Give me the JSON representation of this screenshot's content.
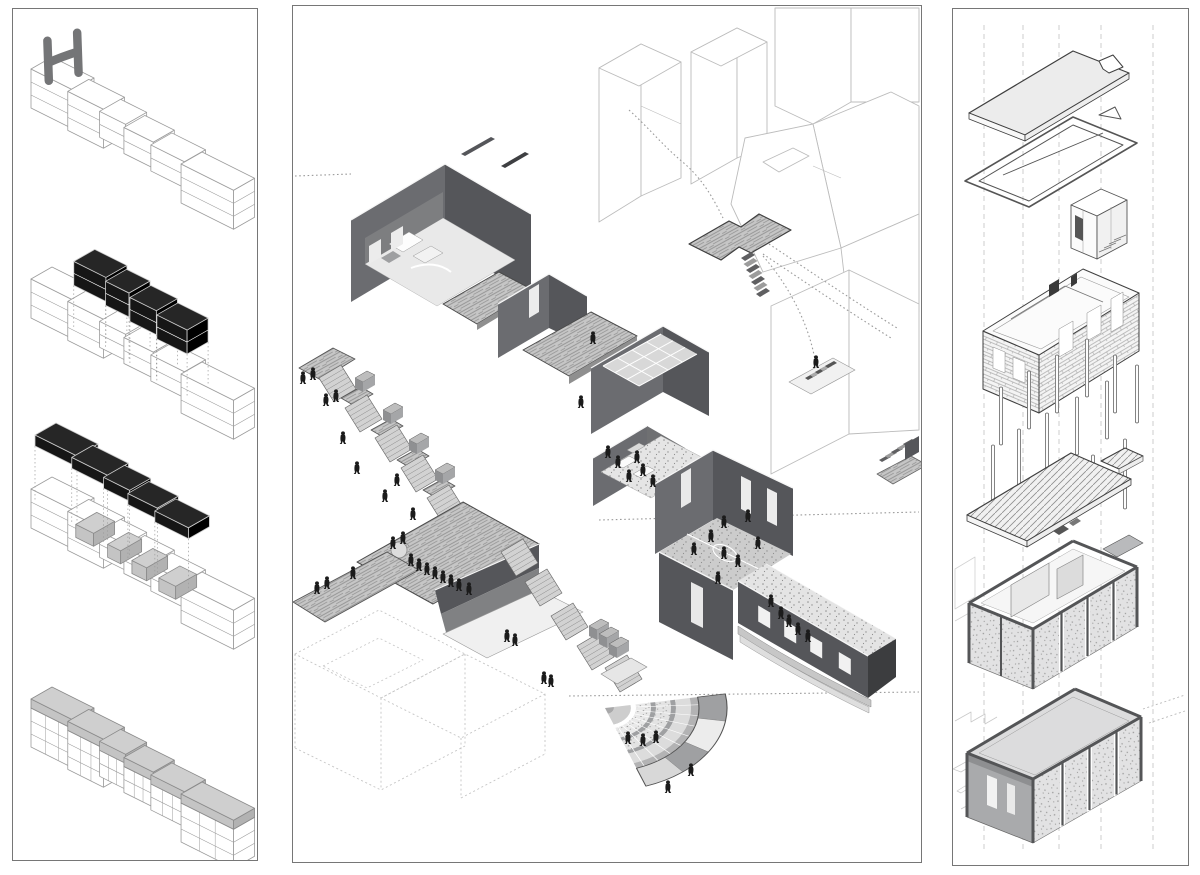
{
  "logo": {
    "letter": "H",
    "color": "#747577"
  },
  "palette": {
    "background": "#ffffff",
    "panel_border": "#767676",
    "wireframe": "#9c9c9c",
    "context": "#bcbcbc",
    "dashed_box": "#c6c6c6",
    "dotted_path": "#9a9a9a",
    "dark_wall": "#55565a",
    "dark_wall_lit": "#6b6c70",
    "dark_wall_deep": "#3e3f42",
    "edge_highlight": "#f6f6f6",
    "deck": "#c6c6c6",
    "deck_line": "#8f8f8f",
    "court_floor": "#cccccc",
    "interior_floor": "#e9e9e9",
    "black_volume": "#161616",
    "gray_volume": "#c4c4c4",
    "gray_volume_edge": "#8a8a8a",
    "figure": "#1b1b1b",
    "stair_tread": "#d2d2d2",
    "stone_wall": "#e2e2e3",
    "stone_dot": "#9b9b9b",
    "brick_bg": "#f4f4f4",
    "brick_line": "#9a9a9a",
    "frame_dark": "#545557",
    "roof_plate": "#ececec",
    "amph_light": "#e9e9e9",
    "amph_mid": "#c9c9c9",
    "amph_dark": "#9fa0a2"
  },
  "panels": [
    {
      "id": "massing-sequence",
      "steps": [
        "existing-terraced-massing",
        "selected-volumes-lifted",
        "roof-plates-and-inserted-volumes",
        "final-massing-with-roof-caps"
      ]
    },
    {
      "id": "site-axonometric"
    },
    {
      "id": "exploded-construction-axonometric"
    }
  ]
}
